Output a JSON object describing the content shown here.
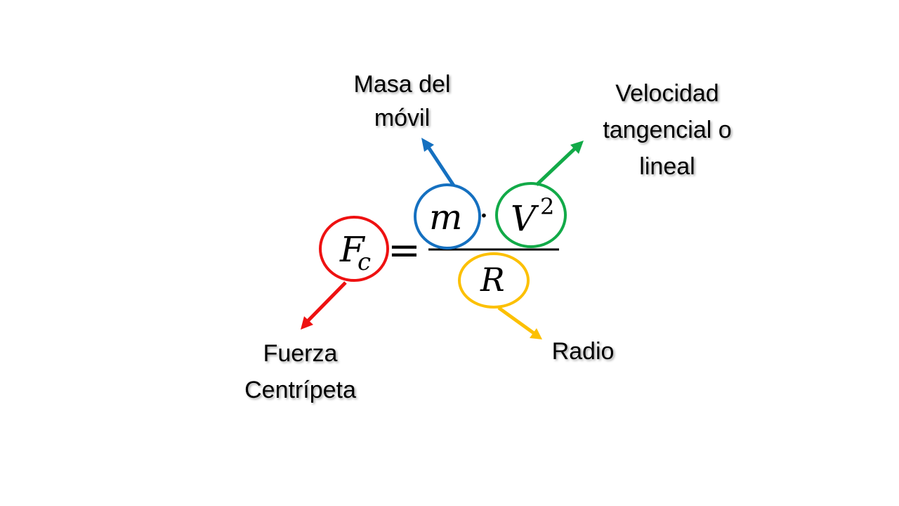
{
  "formula": {
    "force_symbol": "F",
    "force_subscript": "c",
    "equals": "=",
    "mass_symbol": "m",
    "dot": "·",
    "velocity_symbol": "V",
    "velocity_exponent": "2",
    "radius_symbol": "R"
  },
  "labels": {
    "mass": [
      "Masa del",
      "móvil"
    ],
    "velocity": [
      "Velocidad",
      "tangencial o",
      "lineal"
    ],
    "force": [
      "Fuerza",
      "Centrípeta"
    ],
    "radius": [
      "Radio"
    ]
  },
  "colors": {
    "force": "#ee1111",
    "mass": "#1570c0",
    "velocity": "#12aa48",
    "radius": "#fcc000",
    "text": "#000000"
  }
}
